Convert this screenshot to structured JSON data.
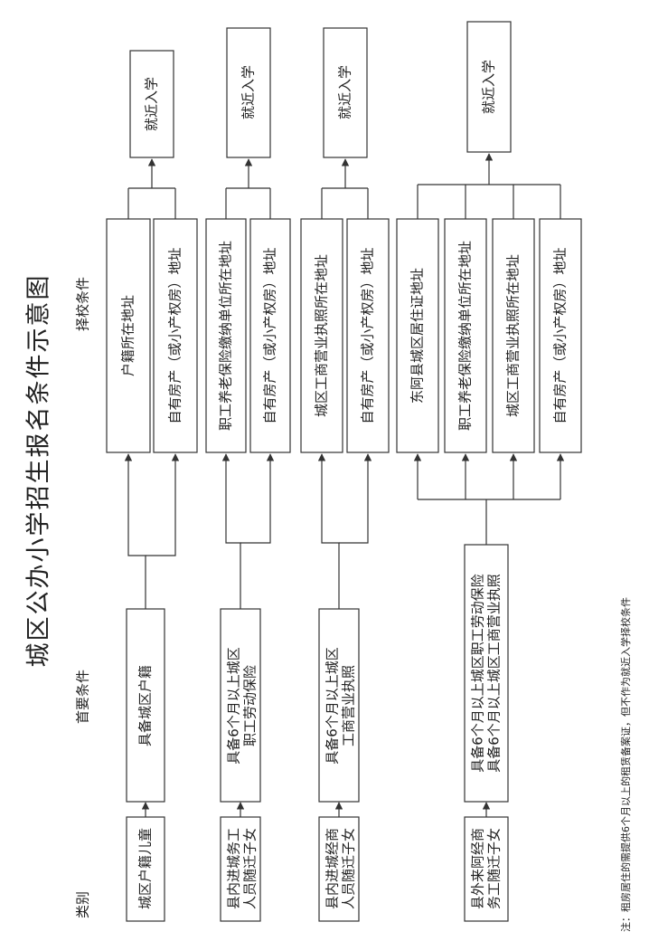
{
  "title": "城区公办小学招生报名条件示意图",
  "headers": {
    "category": "类别",
    "primary": "首要条件",
    "choice": "择校条件"
  },
  "groups": [
    {
      "category": [
        "城区户籍儿童"
      ],
      "primary": [
        "具备城区户籍"
      ],
      "choices": [
        [
          "户籍所在地址"
        ],
        [
          "自有房产（或小产权房）地址"
        ]
      ],
      "result": "就近入学"
    },
    {
      "category": [
        "县内进城务工",
        "人员随迁子女"
      ],
      "primary": [
        "具备6个月以上城区",
        "职工劳动保险"
      ],
      "choices": [
        [
          "职工养老保险缴纳单位所在地址"
        ],
        [
          "自有房产（或小产权房）地址"
        ]
      ],
      "result": "就近入学"
    },
    {
      "category": [
        "县内进城经商",
        "人员随迁子女"
      ],
      "primary": [
        "具备6个月以上城区",
        "工商营业执照"
      ],
      "choices": [
        [
          "城区工商营业执照所在地址"
        ],
        [
          "自有房产（或小产权房）地址"
        ]
      ],
      "result": "就近入学"
    },
    {
      "category": [
        "县外来阿经商",
        "务工随迁子女"
      ],
      "primary": [
        "具备6个月以上城区职工劳动保险",
        "具备6个月以上城区工商营业执照"
      ],
      "choices": [
        [
          "东阿县城区居住证地址"
        ],
        [
          "职工养老保险缴纳单位所在地址"
        ],
        [
          "城区工商营业执照所在地址"
        ],
        [
          "自有房产（或小产权房）地址"
        ]
      ],
      "result": "就近入学"
    }
  ],
  "note": "注：租房居住的需提供6个月以上的租赁备案证，但不作为就近入学择校条件",
  "colors": {
    "line": "#333333",
    "text": "#222222",
    "box_fill": "#ffffff"
  }
}
